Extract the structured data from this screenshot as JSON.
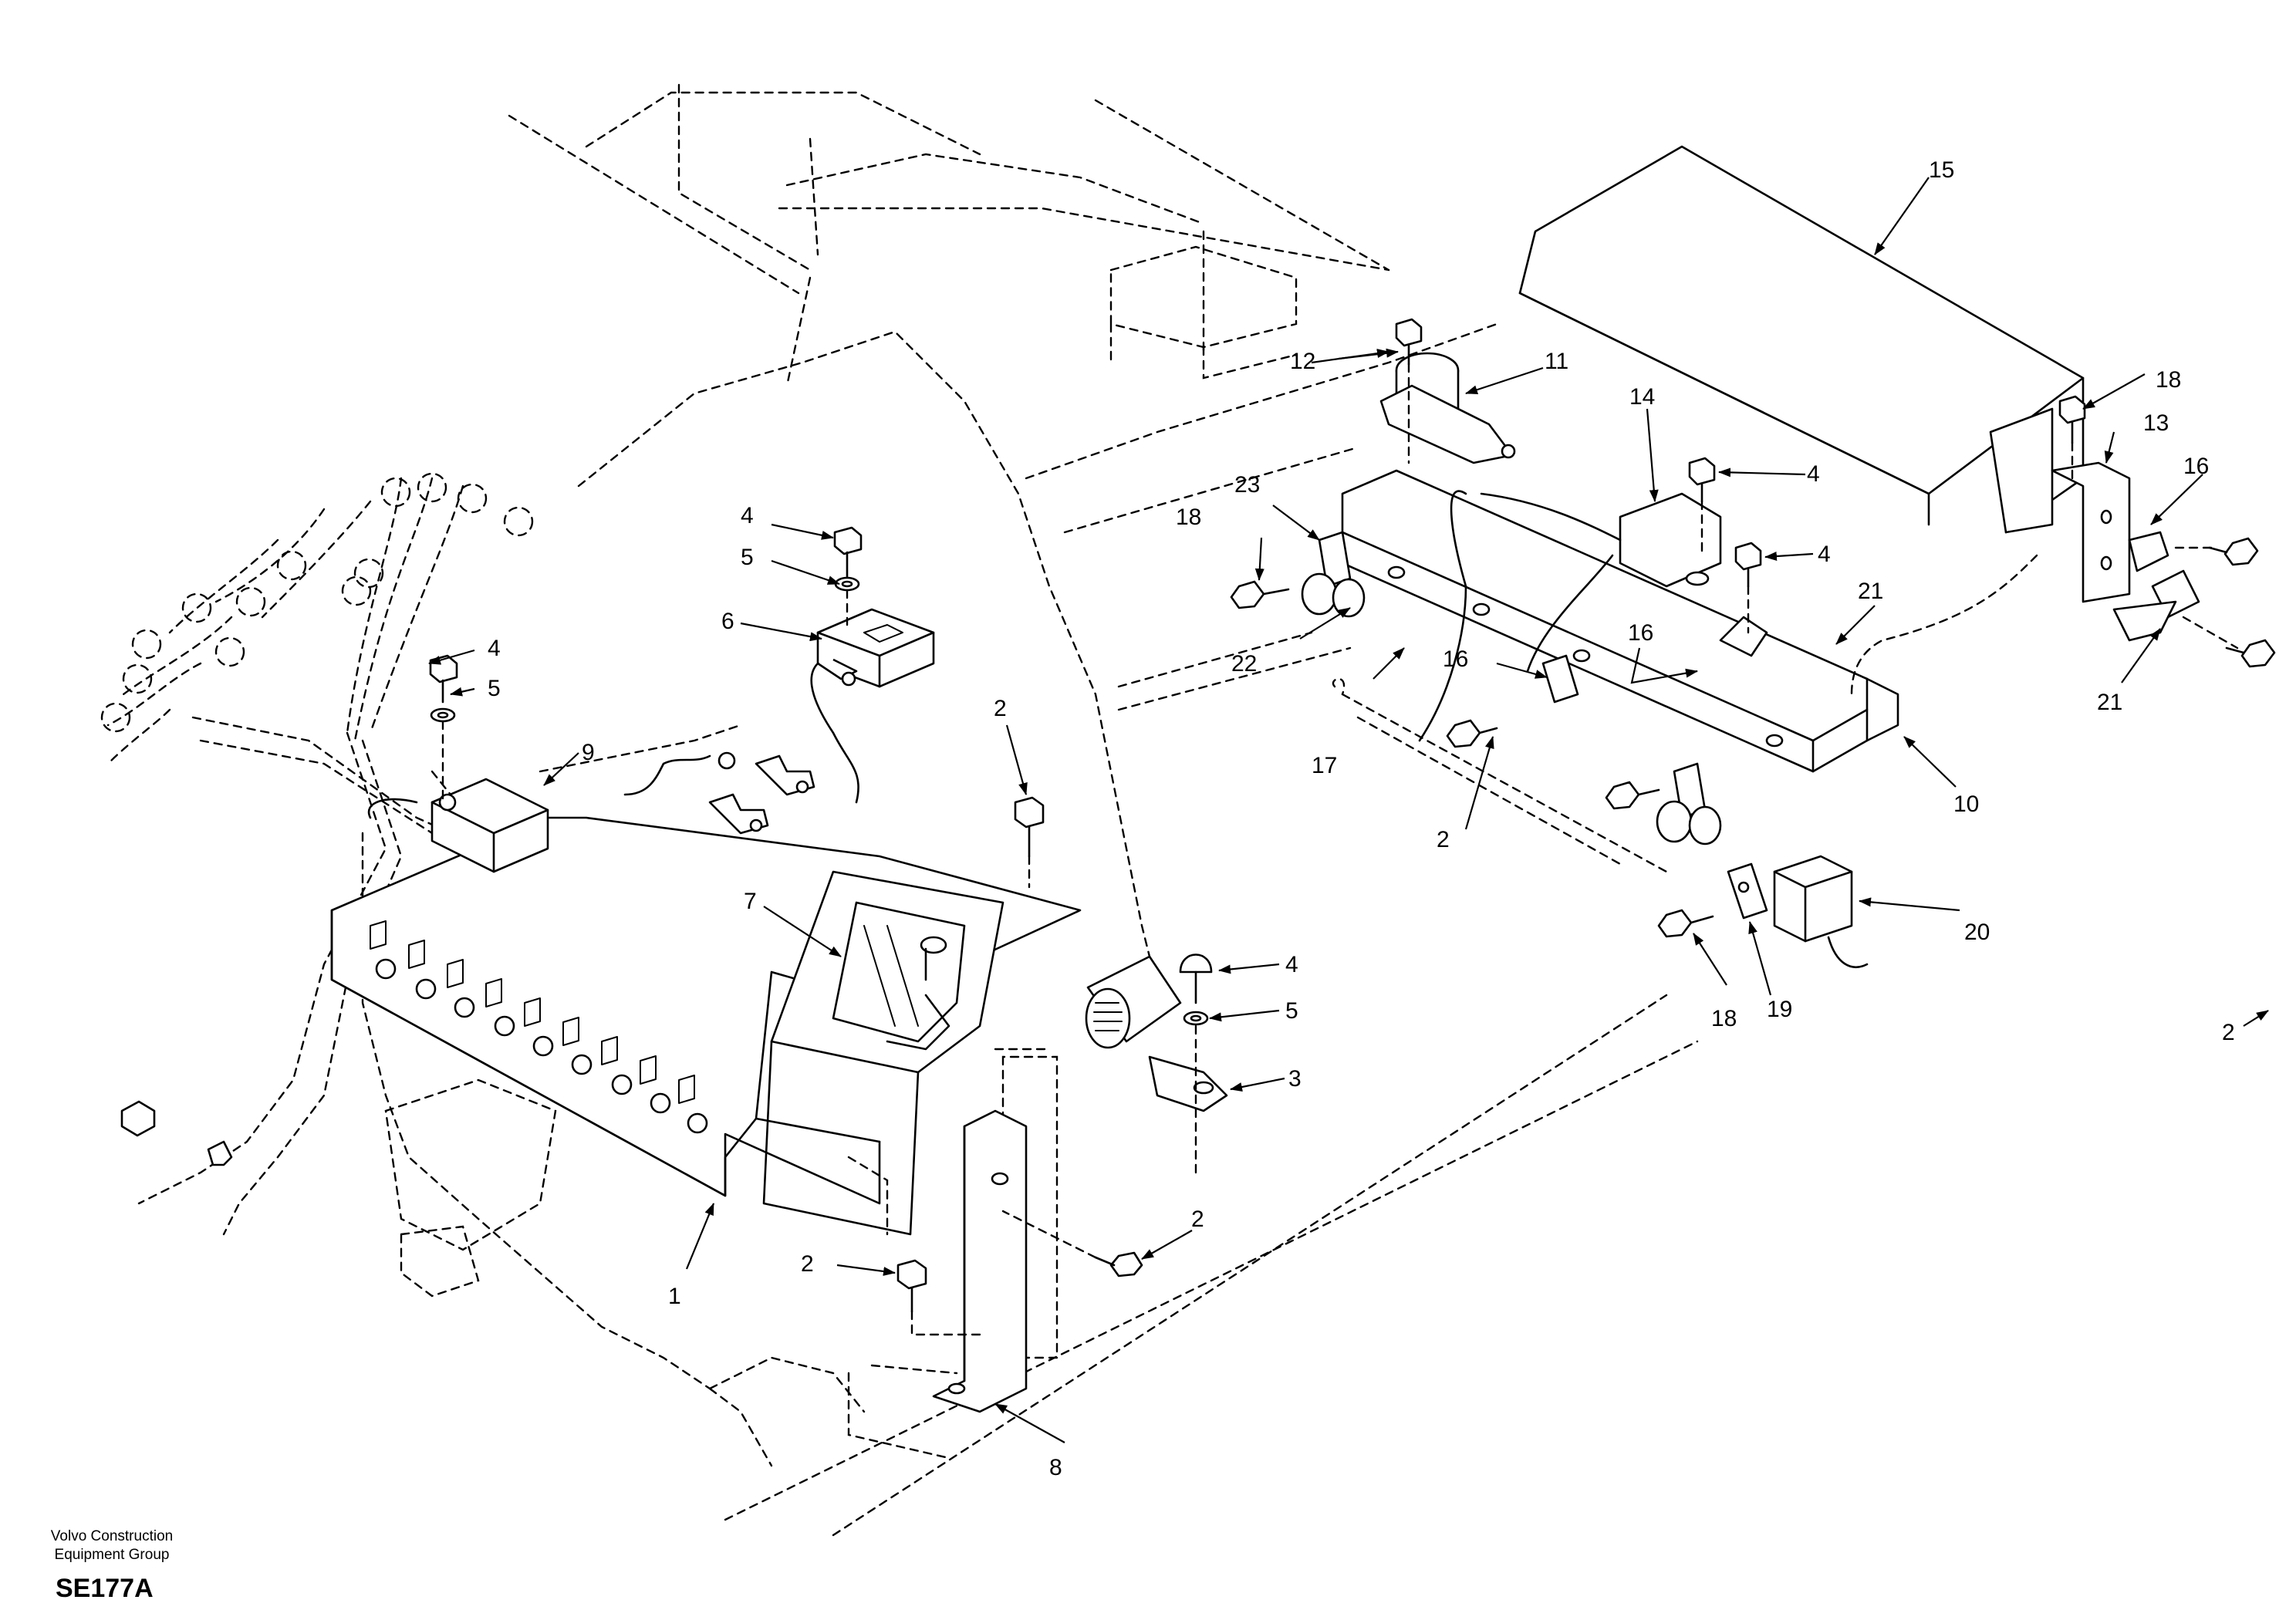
{
  "figure": {
    "company_line1": "Volvo Construction",
    "company_line2": "Equipment Group",
    "drawing_code": "SE177A"
  },
  "callouts": {
    "c1": "1",
    "c2a": "2",
    "c2b": "2",
    "c2c": "2",
    "c2d": "2",
    "c2e": "2",
    "c3": "3",
    "c4a": "4",
    "c4b": "4",
    "c4c": "4",
    "c4d": "4",
    "c4e": "4",
    "c5a": "5",
    "c5b": "5",
    "c5c": "5",
    "c6": "6",
    "c7": "7",
    "c8": "8",
    "c9": "9",
    "c10": "10",
    "c11": "11",
    "c12": "12",
    "c13": "13",
    "c14": "14",
    "c15": "15",
    "c16a": "16",
    "c16b": "16",
    "c16c": "16",
    "c17": "17",
    "c18a": "18",
    "c18b": "18",
    "c18c": "18",
    "c19": "19",
    "c20": "20",
    "c21a": "21",
    "c21b": "21",
    "c22": "22",
    "c23": "23"
  }
}
